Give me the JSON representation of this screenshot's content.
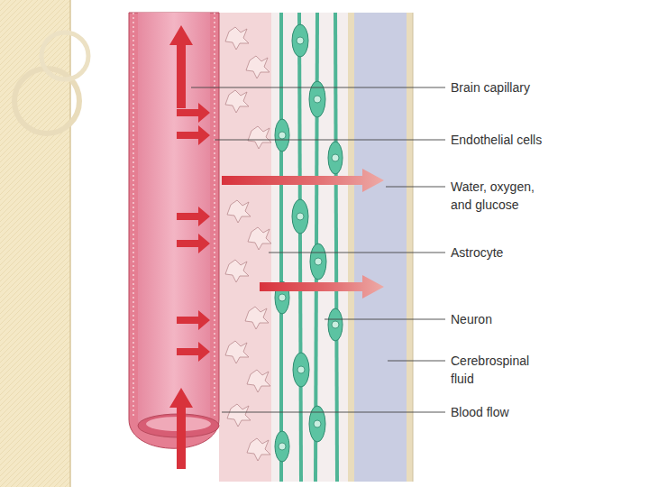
{
  "diagram": {
    "labels": [
      "Brain capillary",
      "Endothelial cells",
      "Water, oxygen, and glucose",
      "Astrocyte",
      "Neuron",
      "Cerebrospinal fluid",
      "Blood flow"
    ]
  }
}
